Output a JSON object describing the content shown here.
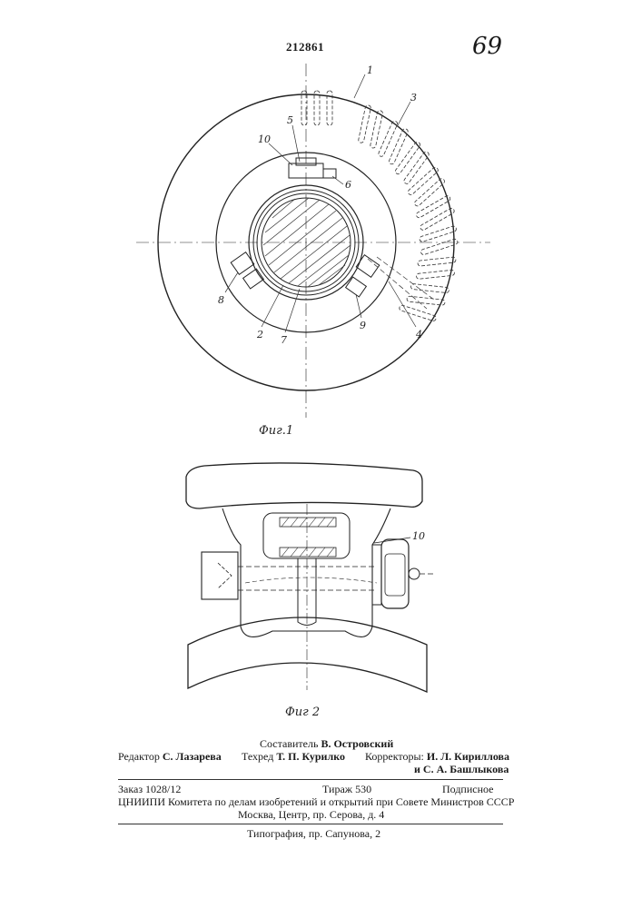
{
  "header": {
    "patent_number": "212861",
    "page_mark": "69"
  },
  "figures": {
    "fig1_caption": "Фиг.1",
    "fig2_caption": "Фиг 2",
    "fig1_labels": [
      "1",
      "3",
      "5",
      "10",
      "6",
      "8",
      "2",
      "7",
      "9",
      "4"
    ],
    "fig2_labels": [
      "10"
    ]
  },
  "colophon": {
    "compiler_label": "Составитель",
    "compiler_name": "В. Островский",
    "editor_label": "Редактор",
    "editor_name": "С. Лазарева",
    "techred_label": "Техред",
    "techred_name": "Т. П. Курилко",
    "correctors_label": "Корректоры:",
    "corrector_1": "И. Л. Кириллова",
    "corrector_2": "и С. А. Башлыкова",
    "order": "Заказ 1028/12",
    "circulation": "Тираж 530",
    "subscription": "Подписное",
    "institute": "ЦНИИПИ Комитета по делам изобретений и открытий при Совете Министров СССР",
    "address": "Москва, Центр, пр. Серова, д. 4",
    "printer": "Типография, пр. Сапунова, 2"
  }
}
